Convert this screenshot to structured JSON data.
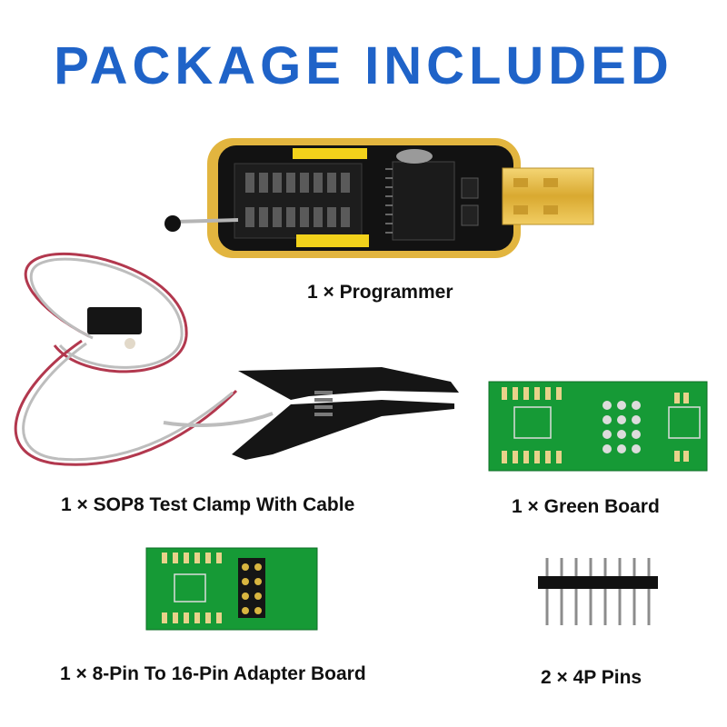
{
  "header": {
    "title": "PACKAGE INCLUDED"
  },
  "items": [
    {
      "caption": "1 × Programmer"
    },
    {
      "caption": "1 × SOP8 Test Clamp With Cable"
    },
    {
      "caption": "1 × Green Board"
    },
    {
      "caption": "1 × 8-Pin To 16-Pin Adapter Board"
    },
    {
      "caption": "2 × 4P Pins"
    }
  ],
  "colors": {
    "title": "#1f63c8",
    "pcb_green": "#169a36",
    "gold": "#e0b53c",
    "cable_red": "#b2384e"
  },
  "icons": [
    "usb-programmer-image",
    "test-clamp-image",
    "green-board-image",
    "adapter-board-image",
    "pin-header-image"
  ]
}
